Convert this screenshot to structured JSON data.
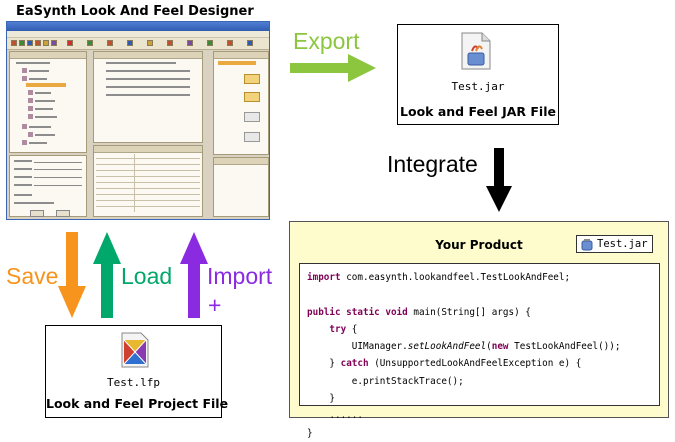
{
  "designer": {
    "title": "EaSynth Look And Feel Designer"
  },
  "arrows": {
    "export_label": "Export",
    "integrate_label": "Integrate",
    "save_label": "Save",
    "load_label": "Load",
    "import_label": "Import",
    "import_plus": "+",
    "colors": {
      "export": "#8cc63f",
      "integrate": "#000000",
      "save": "#f7941d",
      "load": "#00a86b",
      "import": "#8a2be2"
    }
  },
  "jar_file": {
    "filename": "Test.jar",
    "label": "Look and Feel JAR File",
    "icon": "jar-file-icon"
  },
  "project_file": {
    "filename": "Test.lfp",
    "label": "Look and Feel Project File",
    "icon": "lfp-file-icon"
  },
  "product": {
    "title": "Your Product",
    "jar_chip": "Test.jar",
    "code_lines": [
      "import com.easynth.lookandfeel.TestLookAndFeel;",
      "",
      "public static void main(String[] args) {",
      "    try {",
      "        UIManager.setLookAndFeel(new TestLookAndFeel());",
      "    } catch (UnsupportedLookAndFeelException e) {",
      "        e.printStackTrace();",
      "    }",
      "    ......",
      "}"
    ]
  }
}
